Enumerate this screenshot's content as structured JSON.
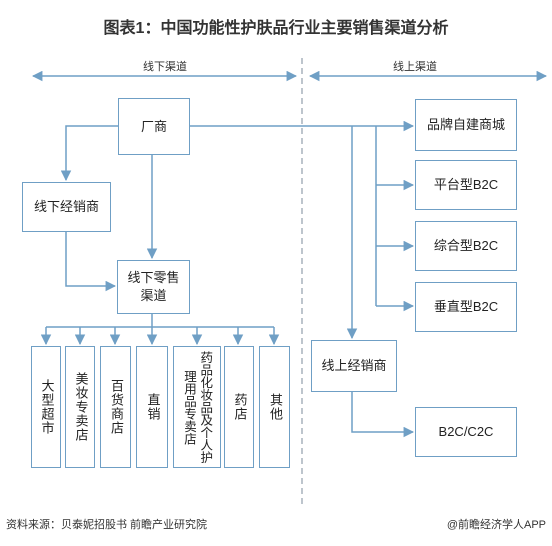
{
  "title": "图表1：中国功能性护肤品行业主要销售渠道分析",
  "sections": {
    "offline": "线下渠道",
    "online": "线上渠道"
  },
  "nodes": {
    "manufacturer": "厂商",
    "offline_distributor": "线下经销商",
    "offline_retail_line1": "线下零售",
    "offline_retail_line2": "渠道",
    "hypermarket": "大型超市",
    "cosmetics_store": "美妆专卖店",
    "department_store": "百货商店",
    "direct_sales": "直销",
    "pharma_store": "药品化妆品及个人护理用品专卖店",
    "pharmacy": "药店",
    "other": "其他",
    "brand_mall": "品牌自建商城",
    "platform_b2c": "平台型B2C",
    "general_b2c": "综合型B2C",
    "vertical_b2c": "垂直型B2C",
    "online_distributor": "线上经销商",
    "b2c_c2c": "B2C/C2C"
  },
  "footer": {
    "source": "资料来源：贝泰妮招股书 前瞻产业研究院",
    "brand": "@前瞻经济学人APP"
  },
  "colors": {
    "line": "#6f9fc5",
    "box_border": "#6f9fc5",
    "divider": "#9aa6b2"
  }
}
